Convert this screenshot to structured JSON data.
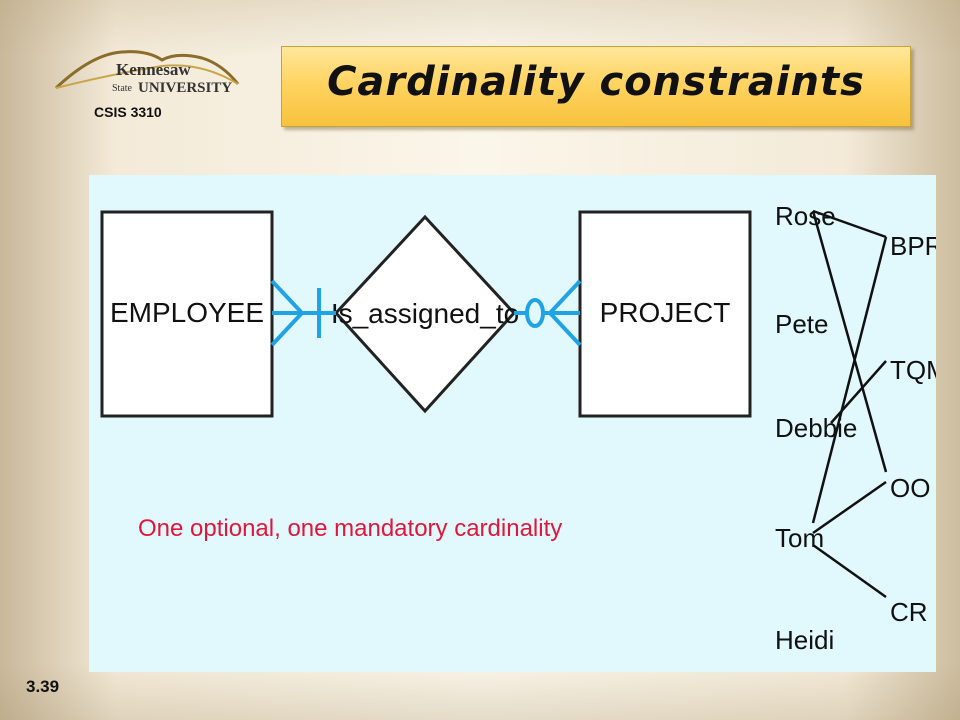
{
  "header": {
    "course_code": "CSIS 3310",
    "title": "Cardinality constraints",
    "logo": {
      "line1": "Kennesaw",
      "line2_left": "State",
      "line2_right": "UNIVERSITY"
    }
  },
  "diagram": {
    "entity_left": "EMPLOYEE",
    "relationship": "Is_assigned_to",
    "entity_right": "PROJECT",
    "employees": [
      "Rose",
      "Pete",
      "Debbie",
      "Tom",
      "Heidi"
    ],
    "projects": [
      "BPR",
      "TQM",
      "OO",
      "CR"
    ],
    "assignments": [
      {
        "employee": "Rose",
        "project": "BPR"
      },
      {
        "employee": "Rose",
        "project": "OO"
      },
      {
        "employee": "Debbie",
        "project": "TQM"
      },
      {
        "employee": "Tom",
        "project": "BPR"
      },
      {
        "employee": "Tom",
        "project": "OO"
      },
      {
        "employee": "Tom",
        "project": "CR"
      }
    ]
  },
  "caption": "One optional, one mandatory cardinality",
  "footer": {
    "slide_number": "3.39"
  },
  "colors": {
    "title_bg": "#ffd463",
    "diagram_bg": "#e1f8fd",
    "caption": "#e0173a",
    "cardinality": "#1fa3e6"
  }
}
